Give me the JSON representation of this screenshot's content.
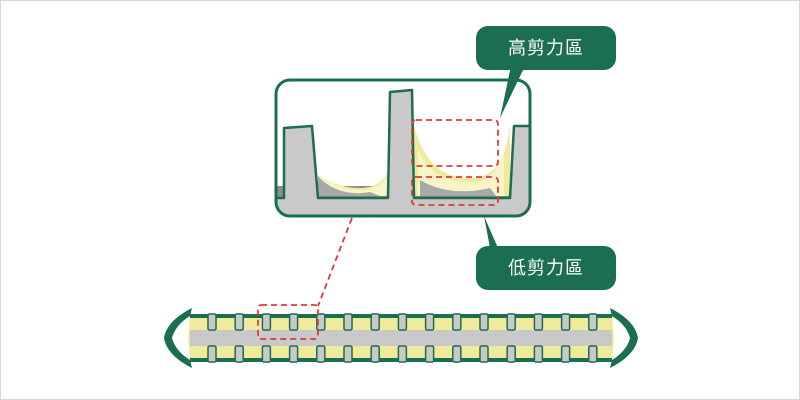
{
  "callouts": {
    "high_shear": "高剪力區",
    "low_shear": "低剪力區"
  },
  "colors": {
    "accent_green": "#1b6e4f",
    "screw_gray": "#c9c9c9",
    "screw_dark": "#8c8c8c",
    "melt_yellow": "#efeb9c",
    "melt_light": "#f7f5c8",
    "highlight_red": "#e03a3a",
    "background": "#ffffff"
  },
  "icons": {
    "arrow_left": "left-arrowhead",
    "arrow_right": "right-arrowhead"
  }
}
